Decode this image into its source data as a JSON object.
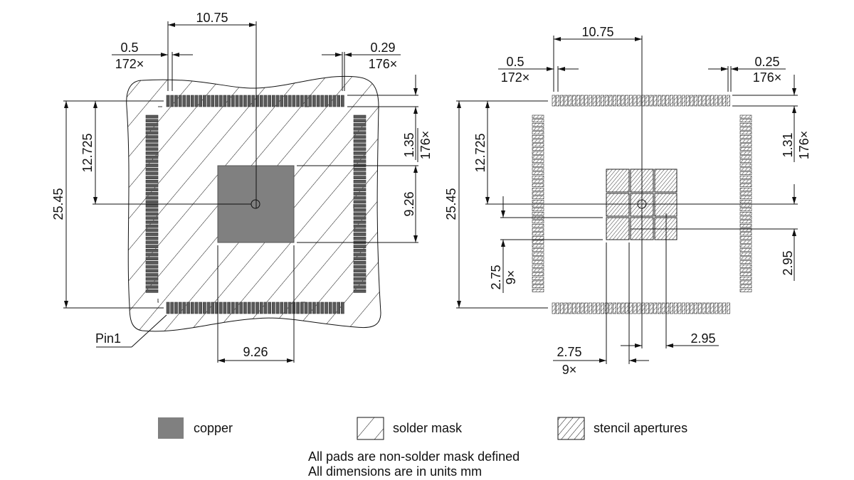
{
  "left_view": {
    "dim_pitch_x": "10.75",
    "pad_width": "0.5",
    "pad_width_count": "172×",
    "pad_gap": "0.29",
    "pad_gap_count": "176×",
    "pad_length": "1.35",
    "pad_length_count": "176×",
    "half_span": "12.725",
    "full_span": "25.45",
    "thermal_height": "9.26",
    "thermal_width": "9.26",
    "pin1_label": "Pin1"
  },
  "right_view": {
    "dim_pitch_x": "10.75",
    "pad_width": "0.5",
    "pad_width_count": "172×",
    "pad_gap": "0.25",
    "pad_gap_count": "176×",
    "pad_length": "1.31",
    "pad_length_count": "176×",
    "half_span": "12.725",
    "full_span": "25.45",
    "aperture_size_v": "2.75",
    "aperture_count_v": "9×",
    "aperture_offset_v": "2.95",
    "aperture_size_h": "2.75",
    "aperture_count_h": "9×",
    "aperture_offset_h": "2.95"
  },
  "legend": [
    {
      "label": "copper",
      "swatch": "copper",
      "color": "#808080"
    },
    {
      "label": "solder mask",
      "swatch": "solder-mask"
    },
    {
      "label": "stencil apertures",
      "swatch": "stencil"
    }
  ],
  "notes": [
    "All pads are non-solder mask defined",
    "All dimensions are in units mm"
  ]
}
